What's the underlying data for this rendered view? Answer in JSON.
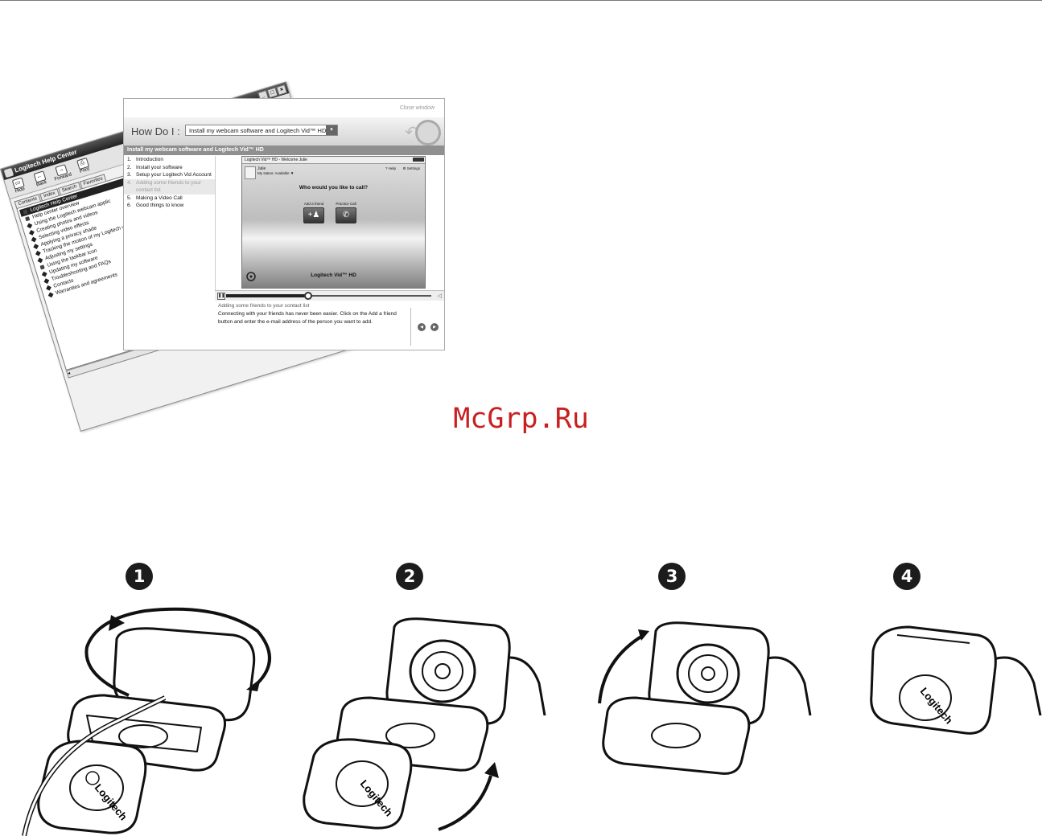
{
  "back_window": {
    "title": "Logitech Help Center",
    "controls": [
      "_",
      "□",
      "×"
    ],
    "toolbar": [
      {
        "label": "Hide",
        "icon": "hide-icon"
      },
      {
        "label": "Back",
        "icon": "back-icon"
      },
      {
        "label": "Forward",
        "icon": "forward-icon"
      },
      {
        "label": "Print",
        "icon": "print-icon"
      }
    ],
    "tabs": [
      "Contents",
      "Index",
      "Search",
      "Favorites"
    ],
    "tree": [
      "Logitech Help Center",
      "Help center overview",
      "Using the Logitech webcam applic",
      "Creating photos and videos",
      "Selecting video effects",
      "Applying a privacy shade",
      "Tracking the motion of my Logitech w",
      "Adjusting my settings",
      "Using the taskbar icon",
      "Updating my software",
      "Troubleshooting and FAQs",
      "Contacts",
      "Warranties and agreements"
    ]
  },
  "front_window": {
    "close_label": "Close window",
    "howdoi_label": "How Do I :",
    "select_value": "Install my webcam software and Logitech Vid™ HD",
    "section_title": "Install my webcam software and Logitech Vid™ HD",
    "steps": [
      {
        "n": "1.",
        "label": "Introduction"
      },
      {
        "n": "2.",
        "label": "Install your software"
      },
      {
        "n": "3.",
        "label": "Setup your Logitech Vid Account"
      },
      {
        "n": "4.",
        "label": "Adding some friends to your contact list"
      },
      {
        "n": "5.",
        "label": "Making a Video Call"
      },
      {
        "n": "6.",
        "label": "Good things to know"
      }
    ],
    "video": {
      "window_title": "Logitech Vid™ HD - Welcome Julie",
      "user_name": "Julie",
      "user_status": "My status: Available ▼",
      "help_label": "Help",
      "settings_label": "Settings",
      "question": "Who would you like to call?",
      "add_friend_label": "Add a friend",
      "practice_call_label": "Practice Call",
      "brand": "Logitech Vid™ HD",
      "logo_label": "Logitech",
      "progress": 0.4
    },
    "caption": {
      "title": "Adding some friends to your contact list",
      "text": "Connecting with your friends has never been easier. Click on the Add a friend button and enter the e-mail address of the person you want to add."
    }
  },
  "watermark": "McGrp.Ru",
  "install_steps": [
    "1",
    "2",
    "3",
    "4"
  ],
  "logo_text": "Logitech"
}
